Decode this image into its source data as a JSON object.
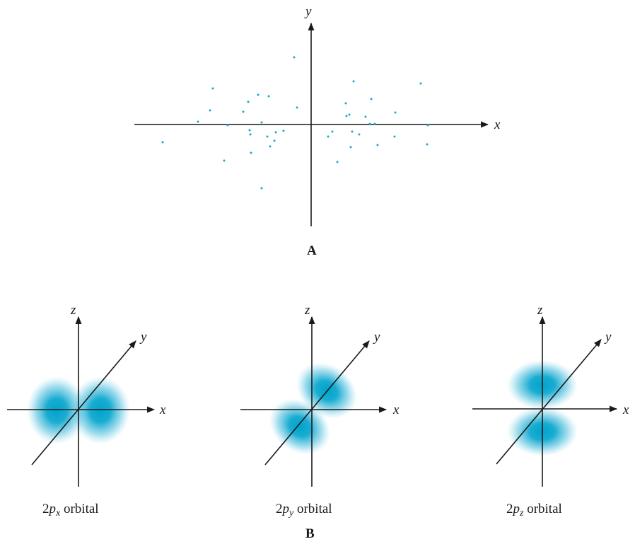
{
  "panel_a": {
    "label": "A",
    "x_axis_label": "x",
    "y_axis_label": "y",
    "dot_color": "#19a8c8"
  },
  "panel_b": {
    "label": "B",
    "orbital_color": "#00a3cc",
    "orbitals": [
      {
        "caption_prefix": "2",
        "caption_italic": "p",
        "caption_subscript": "x",
        "caption_suffix": " orbital",
        "axis_labels": {
          "z": "z",
          "y": "y",
          "x": "x"
        }
      },
      {
        "caption_prefix": "2",
        "caption_italic": "p",
        "caption_subscript": "y",
        "caption_suffix": " orbital",
        "axis_labels": {
          "z": "z",
          "y": "y",
          "x": "x"
        }
      },
      {
        "caption_prefix": "2",
        "caption_italic": "p",
        "caption_subscript": "z",
        "caption_suffix": " orbital",
        "axis_labels": {
          "z": "z",
          "y": "y",
          "x": "x"
        }
      }
    ]
  }
}
